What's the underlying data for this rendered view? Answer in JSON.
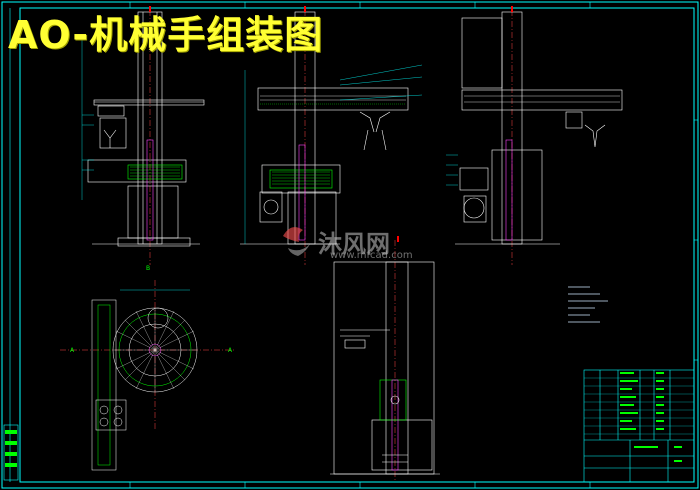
{
  "drawing_title": "AO-机械手组装图",
  "watermark": {
    "text": "沐风网",
    "url": "www.mfcad.com"
  },
  "colors": {
    "background": "#000000",
    "frame": "#00ffff",
    "title": "#ffff33",
    "outline": "#ffffff",
    "shaft": "#ff44ff",
    "block": "#00ff00"
  }
}
